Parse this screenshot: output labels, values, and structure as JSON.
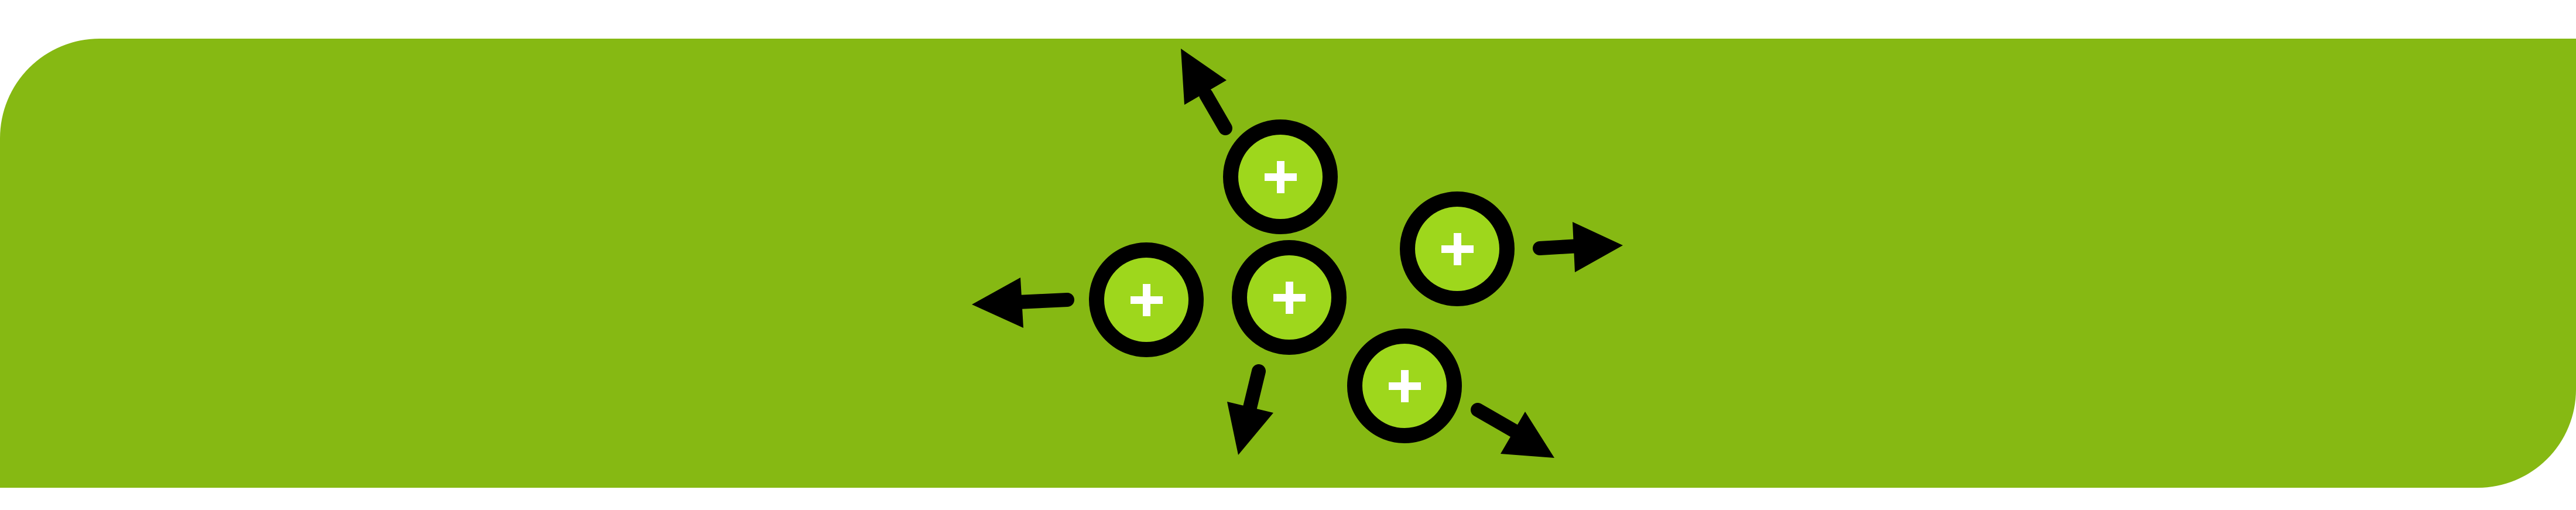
{
  "banner": {
    "background_color": "#86b913"
  },
  "diagram": {
    "ring_color": "#000000",
    "ring_fill": "#9ed71c",
    "plus_color": "#ffffff",
    "arrow_color": "#000000",
    "particles": [
      {
        "id": "center",
        "icon": "plus-icon"
      },
      {
        "id": "top",
        "icon": "plus-icon"
      },
      {
        "id": "left",
        "icon": "plus-icon"
      },
      {
        "id": "right",
        "icon": "plus-icon"
      },
      {
        "id": "bottom-right",
        "icon": "plus-icon"
      }
    ],
    "arrows": [
      {
        "id": "up-left",
        "icon": "arrow-icon"
      },
      {
        "id": "left",
        "icon": "arrow-icon"
      },
      {
        "id": "right",
        "icon": "arrow-icon"
      },
      {
        "id": "down",
        "icon": "arrow-icon"
      },
      {
        "id": "down-right",
        "icon": "arrow-icon"
      }
    ]
  }
}
